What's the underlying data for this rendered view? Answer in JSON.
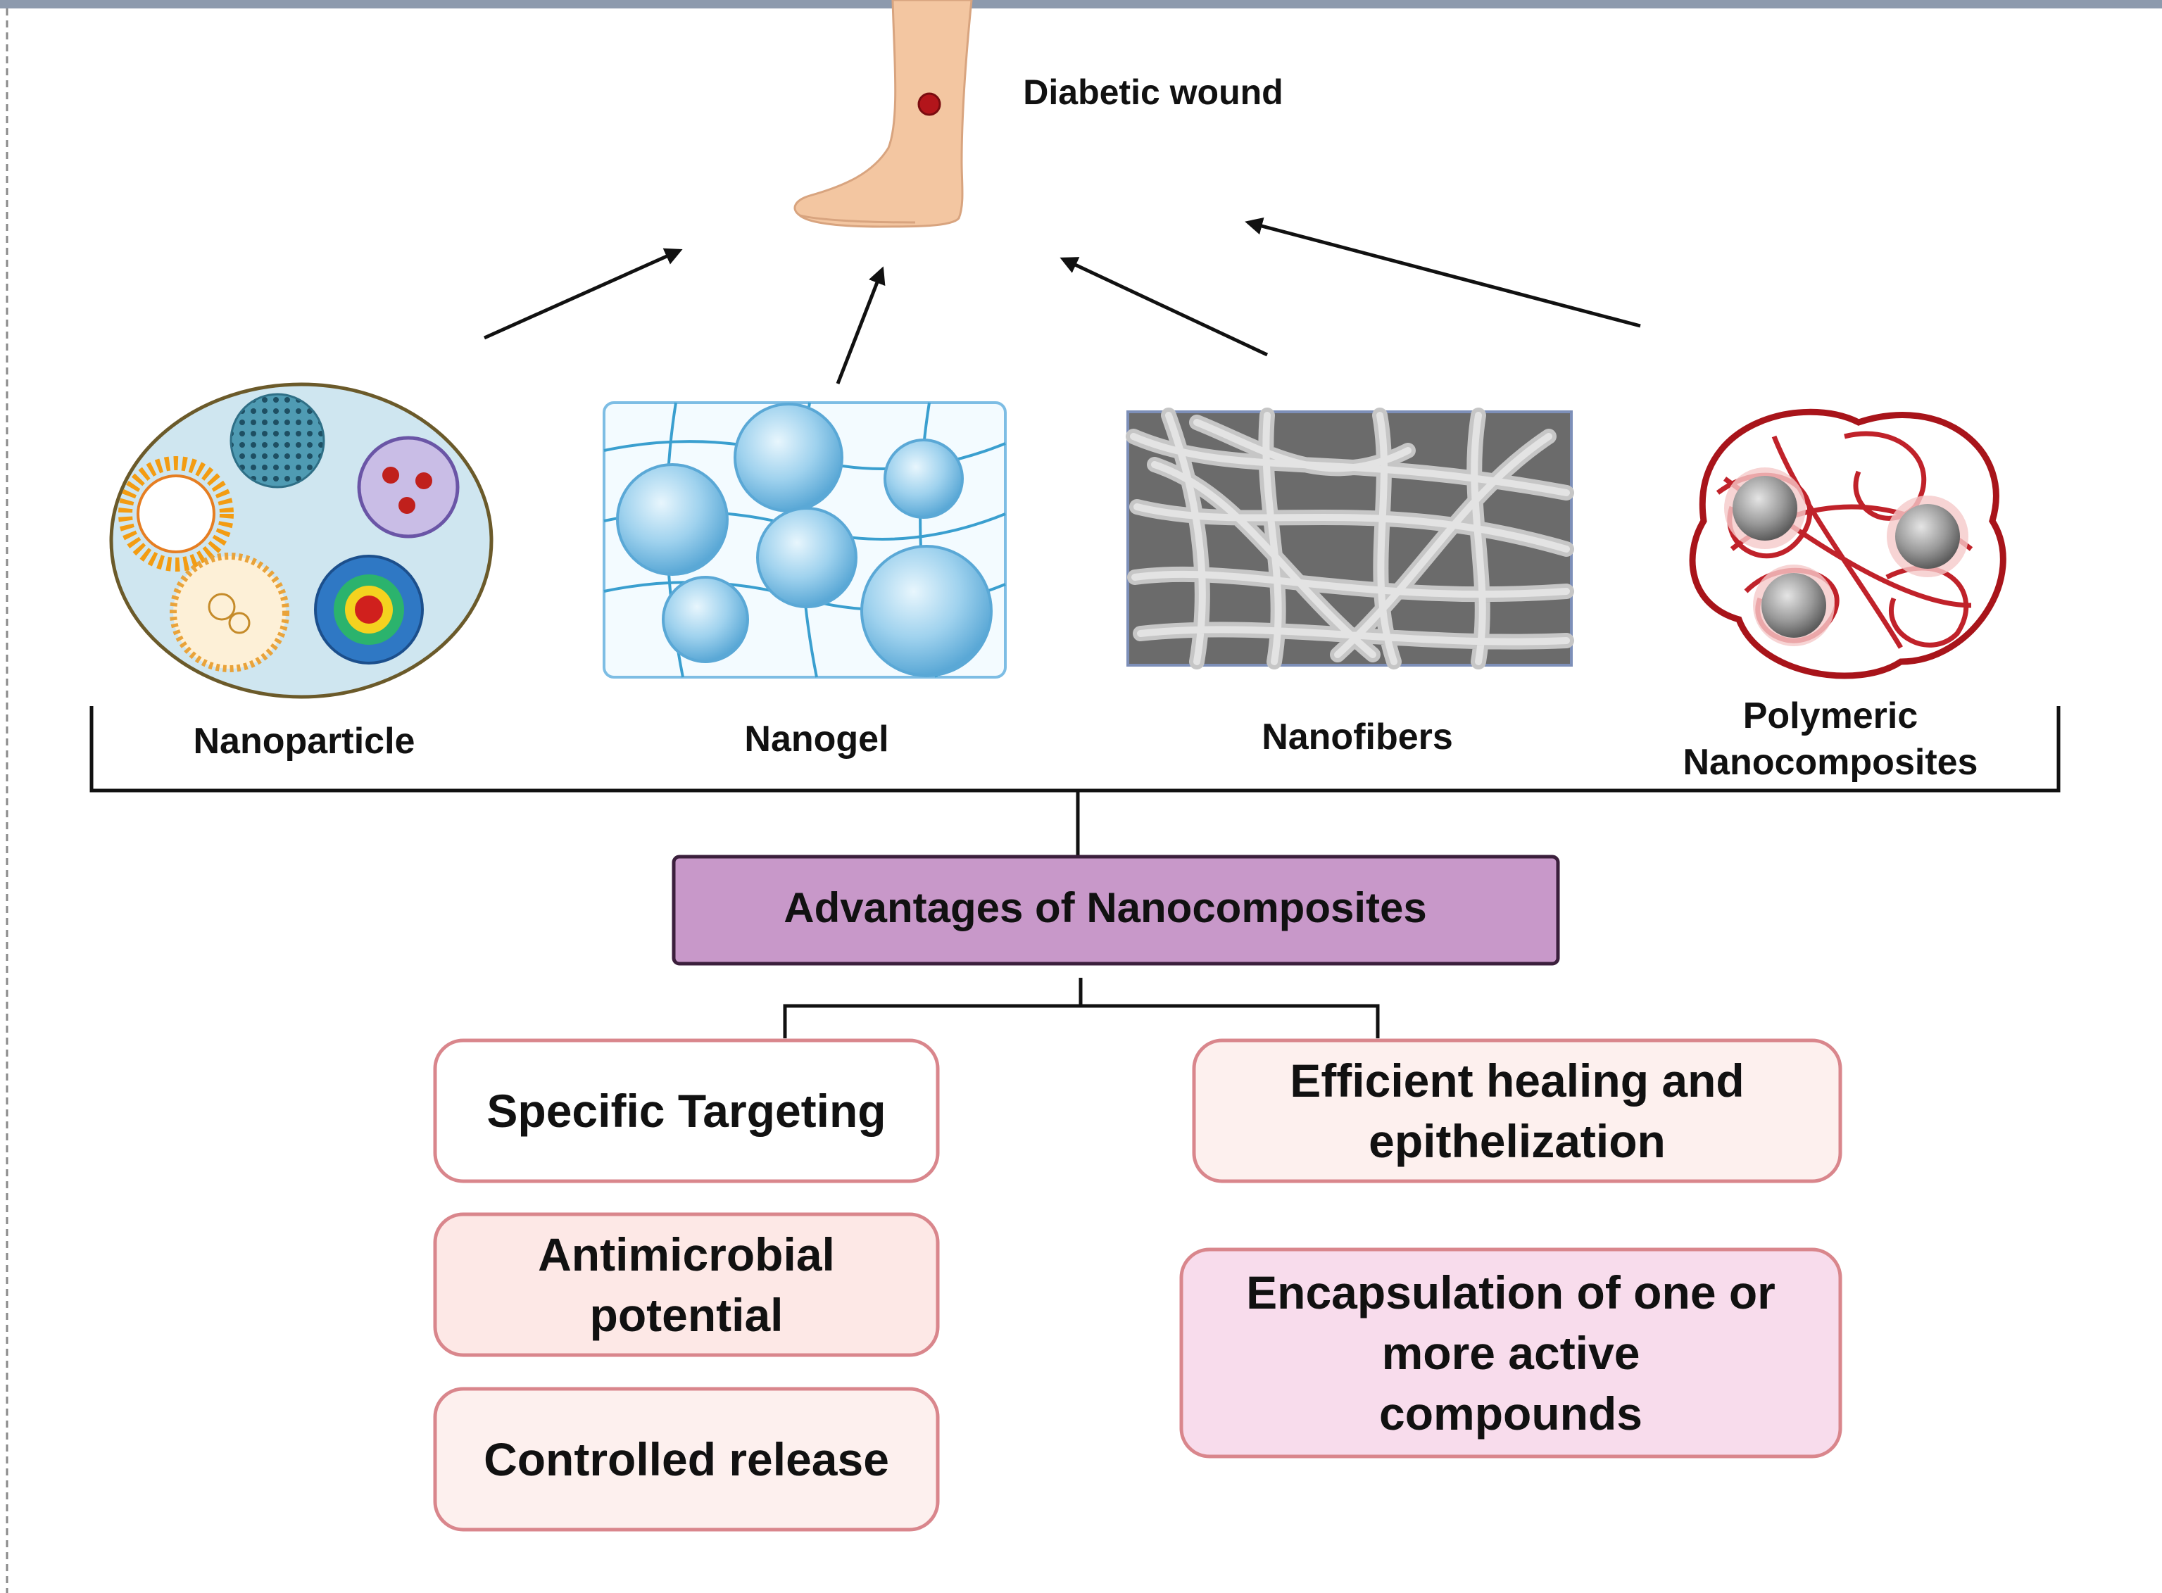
{
  "wound_label": "Diabetic wound",
  "categories": [
    {
      "label_lines": [
        "Nanoparticle"
      ]
    },
    {
      "label_lines": [
        "Nanogel"
      ]
    },
    {
      "label_lines": [
        "Nanofibers"
      ]
    },
    {
      "label_lines": [
        "Polymeric",
        "Nanocomposites"
      ]
    }
  ],
  "advantages_title": "Advantages of Nanocomposites",
  "advantages_left": [
    {
      "lines": [
        "Specific Targeting"
      ]
    },
    {
      "lines": [
        "Antimicrobial",
        "potential"
      ]
    },
    {
      "lines": [
        "Controlled release"
      ]
    }
  ],
  "advantages_right": [
    {
      "lines": [
        "Efficient healing and",
        "epithelization"
      ]
    },
    {
      "lines": [
        "Encapsulation of one or",
        "more active",
        "compounds"
      ]
    }
  ],
  "colors": {
    "title_box_fill": "#c898c9",
    "title_box_stroke": "#3b1f3c",
    "box_stroke": "#d9868c",
    "box_fill_white": "#ffffff",
    "box_fill_pink": "#fde8e6",
    "box_fill_light": "#fdf0ee",
    "box_fill_mauve": "#f8dcec"
  }
}
